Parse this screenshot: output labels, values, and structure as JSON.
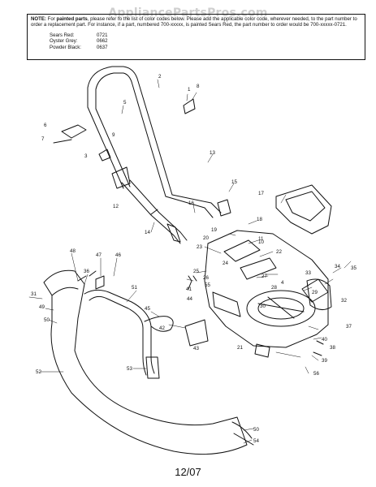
{
  "watermark": "AppliancePartsPros.com",
  "note": {
    "prefix": "NOTE:",
    "lead": " For ",
    "bold": "painted parts",
    "text": ", please refer to the list of color codes below. Please add the applicable color code, wherever needed, to the part number to order a replacement part. For instance, if a part, numbered 700-xxxxx, is painted Sears Red, the part number to order would be 700-xxxxx-0721.",
    "color_codes": [
      {
        "name": "Sears Red:",
        "code": "0721"
      },
      {
        "name": "Oyster Grey:",
        "code": "0662"
      },
      {
        "name": "Powder Black:",
        "code": "0637"
      }
    ]
  },
  "callouts": [
    "1",
    "2",
    "3",
    "4",
    "5",
    "6",
    "7",
    "8",
    "9",
    "10",
    "11",
    "12",
    "13",
    "14",
    "15",
    "16",
    "17",
    "18",
    "19",
    "20",
    "21",
    "22",
    "23",
    "24",
    "25",
    "26",
    "27",
    "28",
    "29",
    "30",
    "31",
    "32",
    "33",
    "34",
    "35",
    "36",
    "37",
    "38",
    "39",
    "40",
    "41",
    "42",
    "43",
    "44",
    "45",
    "46",
    "47",
    "48",
    "49",
    "50",
    "51",
    "52",
    "53",
    "54",
    "55",
    "56"
  ],
  "footer": "12/07"
}
